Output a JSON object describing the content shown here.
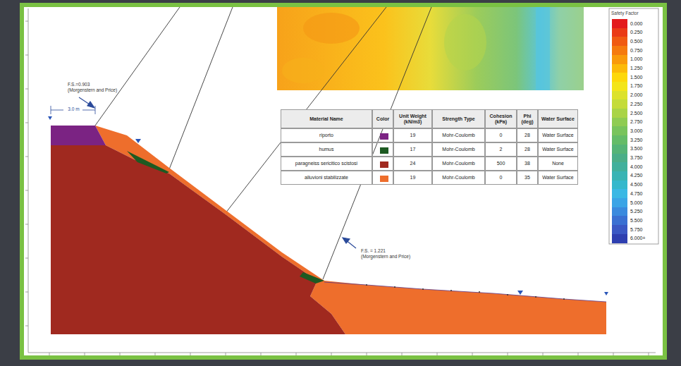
{
  "diagram": {
    "labels": [
      "F.S.=0.903",
      "(Morgenstern and Price)",
      "3.0 m",
      "F.S. = 1.221",
      "(Morgenstern and Price)",
      "Safety Factor",
      "Material Name",
      "Color",
      "Unit Weight (kN/m3)",
      "Strength Type",
      "Cohesion (kPa)",
      "Phi (deg)",
      "Water Surface",
      "riporto",
      "19",
      "Mohr-Coulomb",
      "0",
      "28",
      "Water Surface",
      "humus",
      "17",
      "Mohr-Coulomb",
      "2",
      "28",
      "Water Surface",
      "paragneiss sericitico scistosi",
      "24",
      "Mohr-Coulomb",
      "500",
      "38",
      "None",
      "alluvioni stabilizzate",
      "19",
      "Mohr-Coulomb",
      "0",
      "35",
      "Water Surface"
    ],
    "legend": [
      {
        "text": "0.000",
        "color": "#e31a1c"
      },
      {
        "text": "0.250",
        "color": "#ea3a16"
      },
      {
        "text": "0.500",
        "color": "#f05a12"
      },
      {
        "text": "0.750",
        "color": "#f57a0e"
      },
      {
        "text": "1.000",
        "color": "#f99a0a"
      },
      {
        "text": "1.250",
        "color": "#fcba08"
      },
      {
        "text": "1.500",
        "color": "#fdd80a"
      },
      {
        "text": "1.750",
        "color": "#f3e51a"
      },
      {
        "text": "2.000",
        "color": "#dce22c"
      },
      {
        "text": "2.250",
        "color": "#c4dc3a"
      },
      {
        "text": "2.500",
        "color": "#a9d446"
      },
      {
        "text": "2.750",
        "color": "#8fcc52"
      },
      {
        "text": "3.000",
        "color": "#78c45c"
      },
      {
        "text": "3.250",
        "color": "#64bc68"
      },
      {
        "text": "3.500",
        "color": "#55b477"
      },
      {
        "text": "3.750",
        "color": "#4aae88"
      },
      {
        "text": "4.000",
        "color": "#40b09c"
      },
      {
        "text": "4.250",
        "color": "#38b4b4"
      },
      {
        "text": "4.500",
        "color": "#34b8cc"
      },
      {
        "text": "4.750",
        "color": "#3ab8e4"
      },
      {
        "text": "5.000",
        "color": "#3aa4e6"
      },
      {
        "text": "5.250",
        "color": "#3a8ade"
      },
      {
        "text": "5.500",
        "color": "#3a70d2"
      },
      {
        "text": "5.750",
        "color": "#3a58c4"
      },
      {
        "text": "6.000+",
        "color": "#2e3fb0"
      }
    ]
  }
}
